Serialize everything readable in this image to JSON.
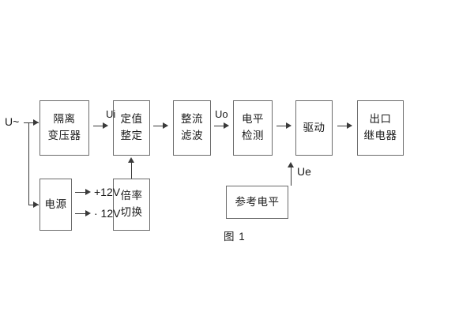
{
  "figure": {
    "caption": "图 1",
    "background_color": "#ffffff",
    "line_color": "#6b6b6b",
    "wire_color": "#3a3a3a",
    "text_color": "#1a1a1a"
  },
  "blocks": [
    {
      "id": "isolation-transformer",
      "lines": [
        "隔离",
        "变压器"
      ]
    },
    {
      "id": "setting-value",
      "lines": [
        "定值",
        "整定"
      ]
    },
    {
      "id": "rectify-filter",
      "lines": [
        "整流",
        "滤波"
      ]
    },
    {
      "id": "level-detect",
      "lines": [
        "电平",
        "检测"
      ]
    },
    {
      "id": "drive",
      "lines": [
        "驱动"
      ]
    },
    {
      "id": "output-relay",
      "lines": [
        "出口",
        "继电器"
      ]
    },
    {
      "id": "power-supply",
      "lines": [
        "电源"
      ]
    },
    {
      "id": "multiplier-switch",
      "lines": [
        "倍率",
        "切换"
      ]
    },
    {
      "id": "reference-level",
      "lines": [
        "参考电平"
      ]
    }
  ],
  "labels": {
    "input_source": "U~",
    "signal_ui": "Ui",
    "signal_uo": "Uo",
    "signal_ue": "Ue",
    "rail_positive": "+12V",
    "rail_negative": "· 12V"
  }
}
